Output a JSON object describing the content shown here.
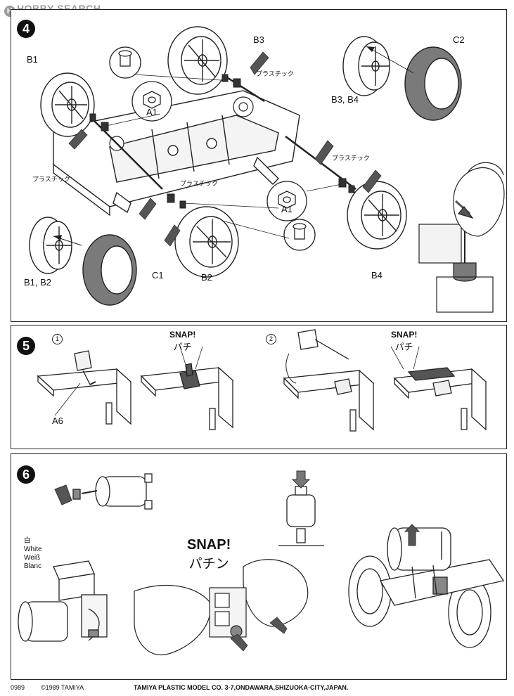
{
  "watermark": "HOBBY SEARCH",
  "steps": {
    "s4": "4",
    "s5": "5",
    "s6": "6"
  },
  "step4": {
    "b1": "B1",
    "b2": "B2",
    "b3": "B3",
    "b4": "B4",
    "b1b2": "B1, B2",
    "b3b4": "B3, B4",
    "c1": "C1",
    "c2": "C2",
    "a1_left": "A1",
    "a1_right": "A1",
    "plastic": "プラスチック"
  },
  "step5": {
    "sub1": "1",
    "sub2": "2",
    "a6": "A6",
    "snap": "SNAP!",
    "snap_jp": "パチ"
  },
  "step6": {
    "snap": "SNAP!",
    "snap_jp": "パチン",
    "white_jp": "白",
    "white_en": "White",
    "white_de": "Weiß",
    "white_fr": "Blanc"
  },
  "footer": {
    "code": "0989",
    "copyright": "©1989 TAMIYA",
    "company": "TAMIYA PLASTIC MODEL CO. 3-7,ONDAWARA,SHIZUOKA-CITY,JAPAN."
  },
  "colors": {
    "ink": "#111111",
    "tire": "#7a7a7a",
    "arrow": "#555555",
    "watermark": "#9a9a9a"
  }
}
